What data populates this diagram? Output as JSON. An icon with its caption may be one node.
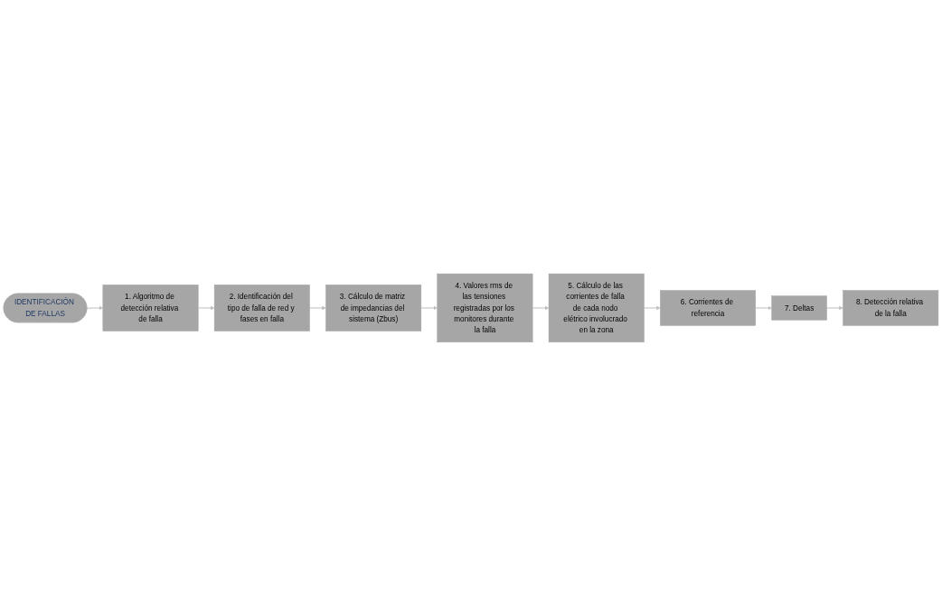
{
  "diagram": {
    "nodes": [
      {
        "text": [
          "IDENTIFICACIÓN DE FALLAS"
        ]
      },
      {
        "text": [
          "1. Algoritmo de detección relativa de falla"
        ]
      },
      {
        "text": [
          "2. Identificación del tipo de falla de red y fases en falla"
        ]
      },
      {
        "text": [
          "3. Cálculo de matriz de impedancias del sistema (Zbus)"
        ]
      },
      {
        "text": [
          "4. Valores rms de las tensiones registradas por los monitores durante la falla"
        ]
      },
      {
        "text": [
          "5. Cálculo de las corrientes de falla de cada nodo elétrico involucrado en la zona"
        ]
      },
      {
        "text": [
          "6. Corrientes de referencia"
        ]
      },
      {
        "text": [
          "7. Deltas"
        ]
      },
      {
        "text": [
          "8. Detección relativa de la falla"
        ]
      }
    ],
    "edges": [
      {
        "from": 0,
        "to": 1,
        "arrow": "to"
      },
      {
        "from": 1,
        "to": 2,
        "arrow": "to"
      },
      {
        "from": 2,
        "to": 3,
        "arrow": "to"
      },
      {
        "from": 3,
        "to": 4,
        "arrow": "to"
      },
      {
        "from": 4,
        "to": 5,
        "arrow": "to"
      },
      {
        "from": 5,
        "to": 6,
        "arrow": "to"
      },
      {
        "from": 6,
        "to": 7,
        "arrow": "to"
      },
      {
        "from": 7,
        "to": 8,
        "arrow": "to"
      }
    ]
  }
}
